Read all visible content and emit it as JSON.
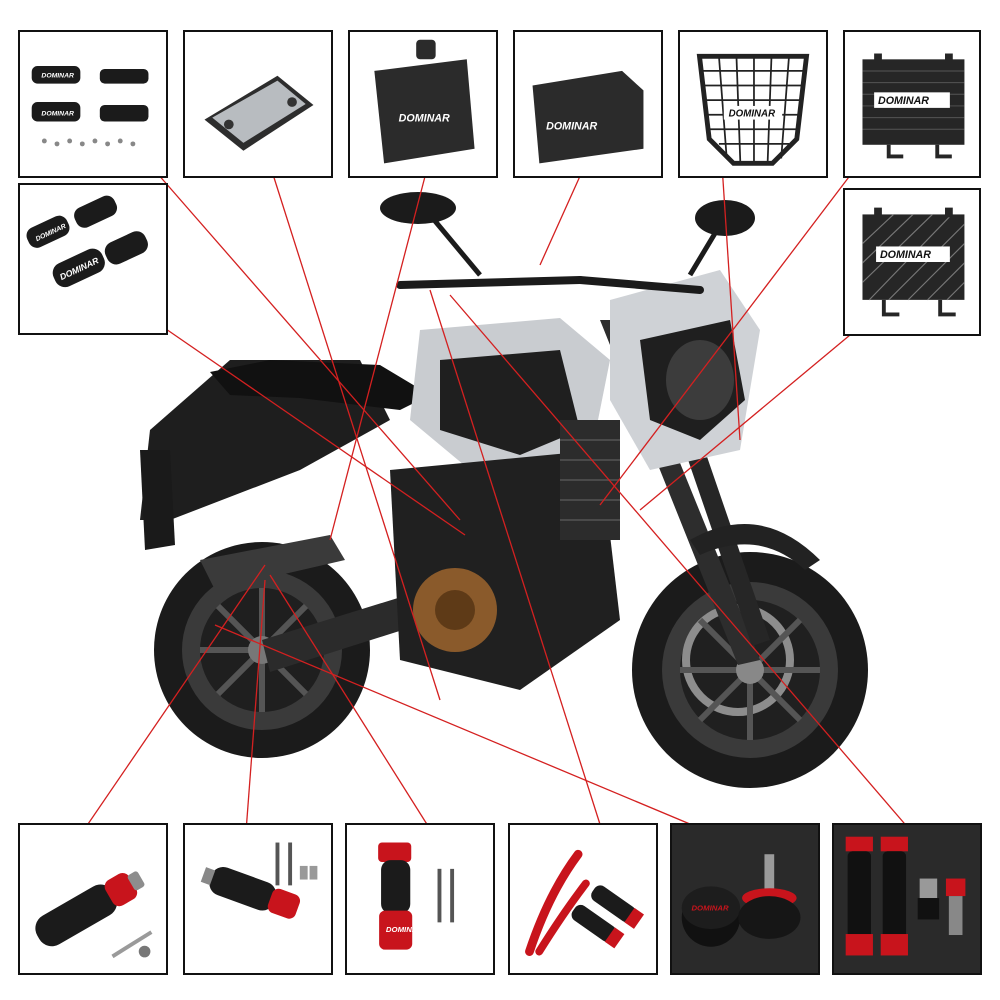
{
  "brand_mark": "DOMINAR",
  "colors": {
    "leader_line": "#d42020",
    "accessory_red": "#c8141c",
    "body_black": "#1b1b1b",
    "tank_silver": "#c9ccd0",
    "engine_bronze": "#8a5a2b",
    "panel_border": "#111111"
  },
  "panels": [
    {
      "id": "frame-sliders-set",
      "icon": "frame-slider-kit-icon"
    },
    {
      "id": "side-stand-plate",
      "icon": "kickstand-pad-icon"
    },
    {
      "id": "rear-reservoir-cover",
      "icon": "reservoir-cover-icon"
    },
    {
      "id": "front-reservoir-cover",
      "icon": "reservoir-cover-icon"
    },
    {
      "id": "headlight-grille",
      "icon": "headlight-guard-icon"
    },
    {
      "id": "radiator-guard-mesh",
      "icon": "radiator-grille-icon"
    },
    {
      "id": "engine-guard-bumpers",
      "icon": "bumper-blocks-icon"
    },
    {
      "id": "radiator-guard-lines",
      "icon": "radiator-grille-icon"
    },
    {
      "id": "rear-axle-slider",
      "icon": "axle-slider-icon"
    },
    {
      "id": "front-axle-slider",
      "icon": "axle-slider-icon"
    },
    {
      "id": "frame-slider-red",
      "icon": "frame-slider-icon"
    },
    {
      "id": "levers-and-grips",
      "icon": "lever-grip-icon"
    },
    {
      "id": "swingarm-spools",
      "icon": "spool-icon"
    },
    {
      "id": "grips-and-bar-ends",
      "icon": "grip-bar-end-icon"
    }
  ]
}
